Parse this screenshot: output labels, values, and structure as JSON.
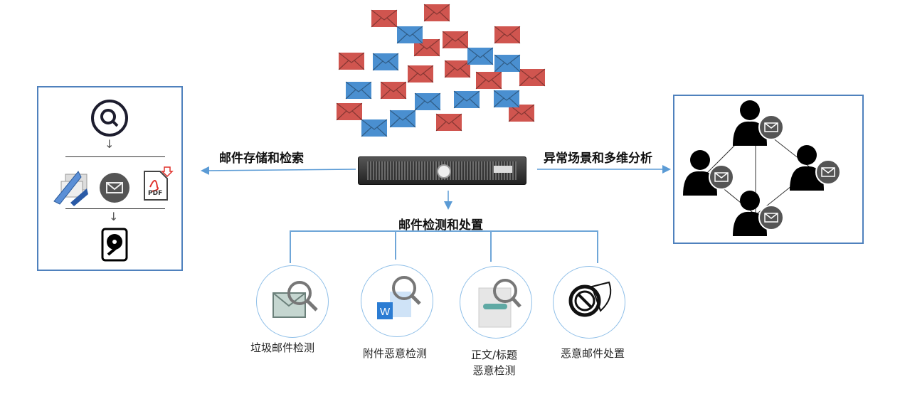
{
  "center": {
    "server": "mail-server"
  },
  "labels": {
    "storage": "邮件存储和检索",
    "analysis": "异常场景和多维分析",
    "detection": "邮件检测和处置"
  },
  "detection_items": [
    {
      "label": "垃圾邮件检测"
    },
    {
      "label": "附件恶意检测"
    },
    {
      "label_line1": "正文/标题",
      "label_line2": "恶意检测"
    },
    {
      "label": "恶意邮件处置"
    }
  ],
  "storage_panel": {
    "pdf_text": "PDF"
  },
  "colors": {
    "envelope_red": "#d0554f",
    "envelope_blue": "#4a8fd0",
    "accent": "#4f81bd",
    "arrow": "#5b9bd5"
  }
}
